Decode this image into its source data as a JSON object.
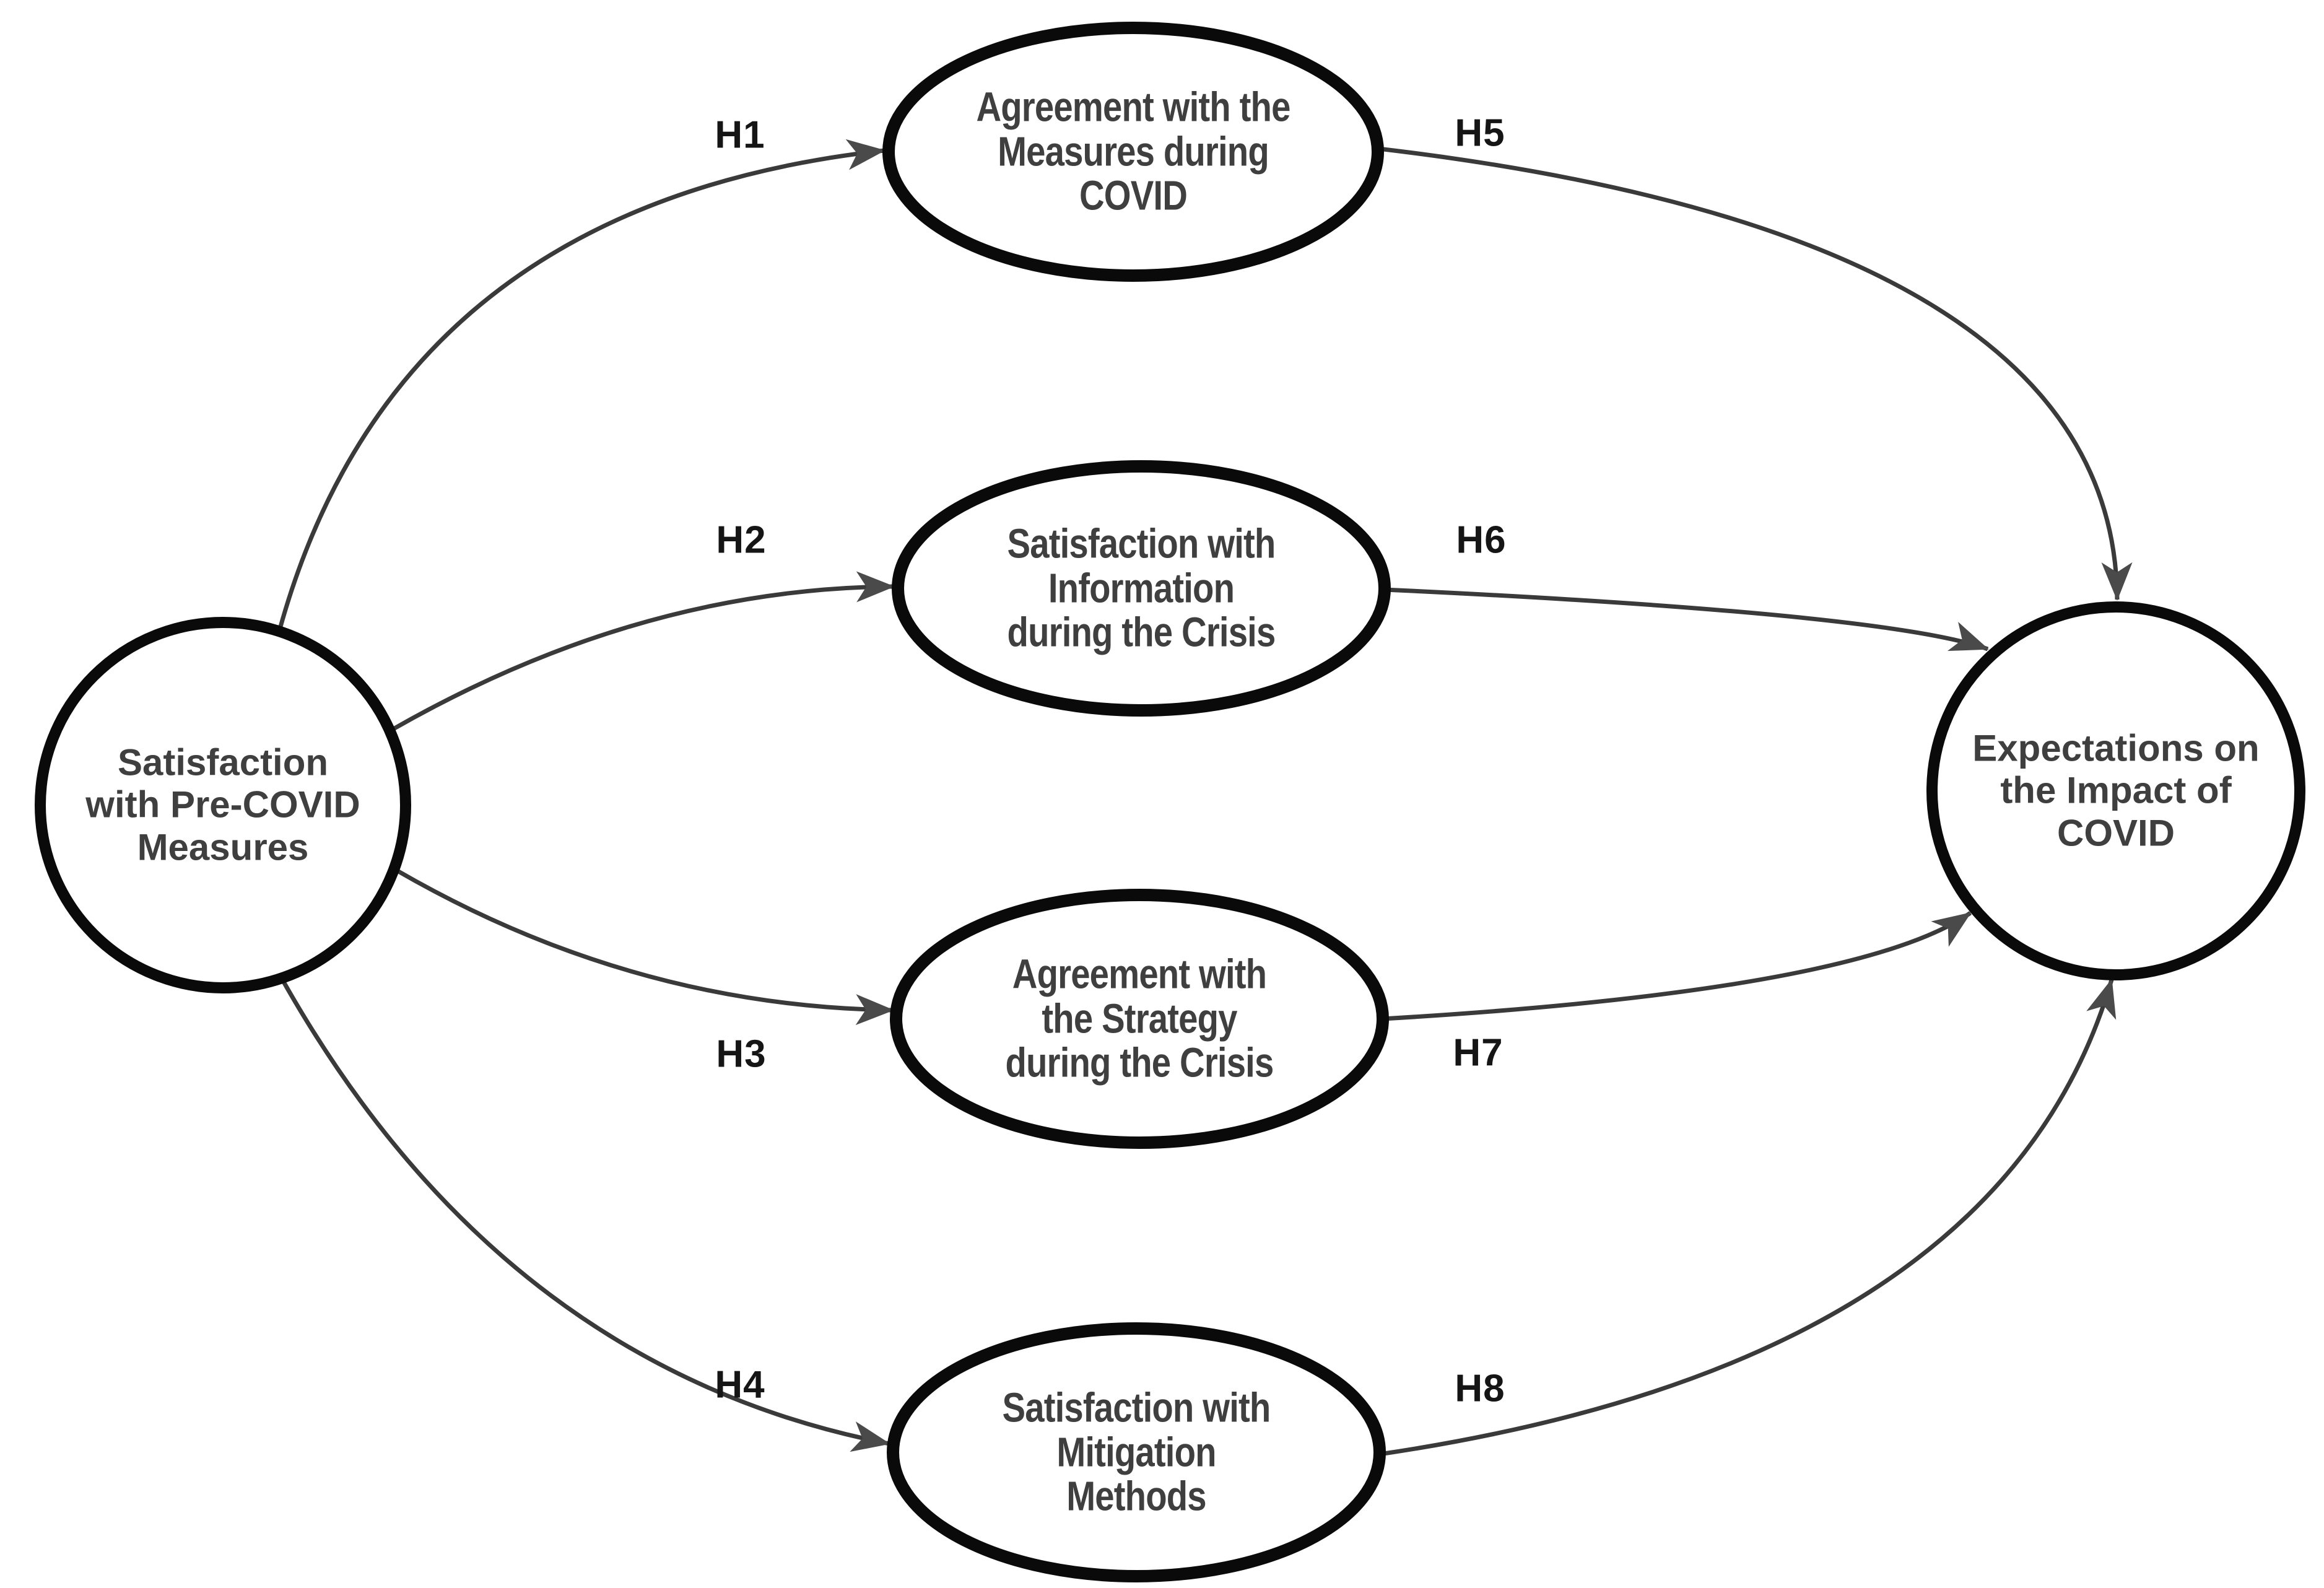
{
  "diagram": {
    "type": "path-model",
    "background": "#ffffff",
    "colors": {
      "node_stroke": "#0a0a0a",
      "node_fill": "#ffffff",
      "arrow_line": "#3a3a3a",
      "arrow_head": "#4a4a4a",
      "node_text": "#3f3f3f",
      "hypothesis_text": "#151515"
    },
    "nodes": {
      "pre_covid": {
        "label": "Satisfaction\nwith Pre-COVID\nMeasures",
        "shape": "circle"
      },
      "measures_covid": {
        "label": "Agreement with the\nMeasures during\nCOVID",
        "shape": "ellipse"
      },
      "information_crisis": {
        "label": "Satisfaction with\nInformation\nduring the Crisis",
        "shape": "ellipse"
      },
      "strategy_crisis": {
        "label": "Agreement with\nthe Strategy\nduring the Crisis",
        "shape": "ellipse"
      },
      "mitigation_methods": {
        "label": "Satisfaction with\nMitigation\nMethods",
        "shape": "ellipse"
      },
      "expectations_impact": {
        "label": "Expectations on\nthe Impact of\nCOVID",
        "shape": "circle"
      }
    },
    "hypotheses": {
      "h1": {
        "label": "H1",
        "from": "pre_covid",
        "to": "measures_covid"
      },
      "h2": {
        "label": "H2",
        "from": "pre_covid",
        "to": "information_crisis"
      },
      "h3": {
        "label": "H3",
        "from": "pre_covid",
        "to": "strategy_crisis"
      },
      "h4": {
        "label": "H4",
        "from": "pre_covid",
        "to": "mitigation_methods"
      },
      "h5": {
        "label": "H5",
        "from": "measures_covid",
        "to": "expectations_impact"
      },
      "h6": {
        "label": "H6",
        "from": "information_crisis",
        "to": "expectations_impact"
      },
      "h7": {
        "label": "H7",
        "from": "strategy_crisis",
        "to": "expectations_impact"
      },
      "h8": {
        "label": "H8",
        "from": "mitigation_methods",
        "to": "expectations_impact"
      }
    }
  }
}
